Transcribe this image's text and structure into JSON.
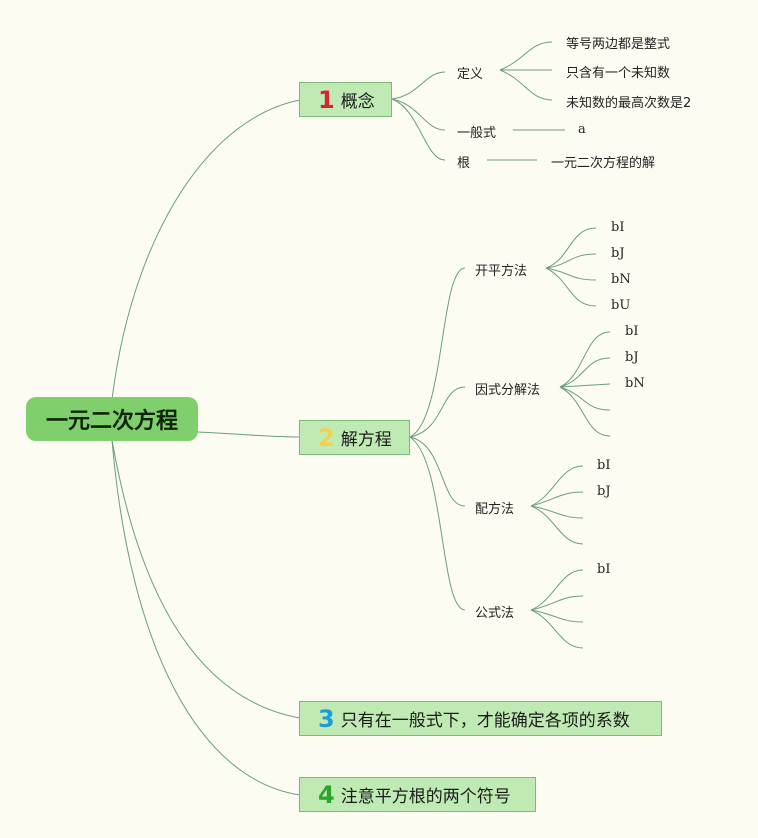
{
  "root": {
    "label": "一元二次方程"
  },
  "branches": [
    {
      "num": "1",
      "label": "概念",
      "num_color": "#d9232e"
    },
    {
      "num": "2",
      "label": "解方程",
      "num_color": "#f2d24a"
    },
    {
      "num": "3",
      "label": "只有在一般式下，才能确定各项的系数",
      "num_color": "#1f9bd7"
    },
    {
      "num": "4",
      "label": "注意平方根的两个符号",
      "num_color": "#2aa52a"
    }
  ],
  "concept": {
    "definition": "定义",
    "definition_items": [
      "等号两边都是整式",
      "只含有一个未知数",
      "未知数的最高次数是2"
    ],
    "general_form": "一般式",
    "general_form_value": "a",
    "root": "根",
    "root_value": "一元二次方程的解"
  },
  "methods": [
    {
      "label": "开平方法",
      "items": [
        "bI",
        "bJ",
        "bN",
        "bU"
      ]
    },
    {
      "label": "因式分解法",
      "items": [
        "bI",
        "bJ",
        "bN",
        "",
        ""
      ]
    },
    {
      "label": "配方法",
      "items": [
        "bI",
        "bJ",
        "",
        ""
      ]
    },
    {
      "label": "公式法",
      "items": [
        "bI",
        "",
        "",
        ""
      ]
    }
  ],
  "colors": {
    "background": "#fdfcf2",
    "root_fill": "#7fcf6d",
    "branch_fill": "#c0eab3",
    "line": "#6a9d80"
  }
}
